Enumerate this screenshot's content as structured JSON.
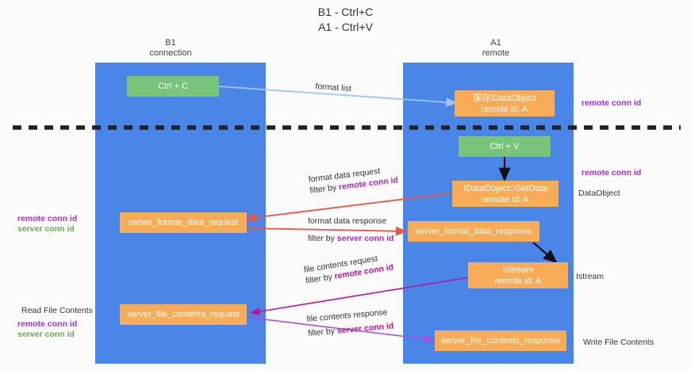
{
  "title": {
    "line1": "B1 - Ctrl+C",
    "line2": "A1 - Ctrl+V"
  },
  "lanes": [
    {
      "id": "b1",
      "title": "B1",
      "subtitle": "connection"
    },
    {
      "id": "a1",
      "title": "A1",
      "subtitle": "remote"
    }
  ],
  "nodes": {
    "ctrl_c": {
      "line1": "Ctrl + C",
      "line2": ""
    },
    "save_idata": {
      "line1": "保存IDataObject",
      "line2": "remote id: A"
    },
    "ctrl_v": {
      "line1": "Ctrl + V",
      "line2": ""
    },
    "getdata": {
      "line1": "IDataObject::GetData",
      "line2": "remote id: A"
    },
    "fmt_req": {
      "line1": "server_format_data_request",
      "line2": ""
    },
    "fmt_resp": {
      "line1": "server_format_data_response",
      "line2": ""
    },
    "istream": {
      "line1": "IStream",
      "line2": "remote id: A"
    },
    "file_req": {
      "line1": "server_file_contents_request",
      "line2": ""
    },
    "file_resp": {
      "line1": "server_file_contents_response",
      "line2": ""
    }
  },
  "edge_labels": {
    "format_list": {
      "text": "format list"
    },
    "fmt_data_req": {
      "text": "format data request",
      "filter_prefix": "filter by ",
      "filter_key": "remote conn id"
    },
    "fmt_data_resp": {
      "text": "format data response",
      "filter_prefix": "filter by ",
      "filter_key": "server conn id"
    },
    "file_contents_req": {
      "text": "file contents request",
      "filter_prefix": "filter by ",
      "filter_key": "remote conn id"
    },
    "file_contents_resp": {
      "text": "file contents response",
      "filter_prefix": "filter by ",
      "filter_key": "server conn id"
    }
  },
  "side_labels": {
    "right_remote_conn_1": "remote conn id",
    "right_remote_conn_2": "remote conn id",
    "right_dataobject": "DataObject",
    "right_istream": "Istream",
    "right_write_file": "Write File Contents",
    "left_remote_conn": "remote conn id",
    "left_server_conn": "server conn id",
    "left_read_file": "Read File Contents",
    "left_remote_conn_2": "remote conn id",
    "left_server_conn_2": "server conn id"
  },
  "colors": {
    "lane": "#4a86e8",
    "node_orange": "#f9ac57",
    "node_green": "#79c47b",
    "arrow_lightblue": "#9fc5f8",
    "arrow_black": "#000000",
    "arrow_red": "#e8564b",
    "arrow_magenta": "#c0139b",
    "arrow_purple": "#a64ceb",
    "label_purple": "#a62ed0",
    "label_green": "#6aa84f",
    "divider": "#222222"
  }
}
